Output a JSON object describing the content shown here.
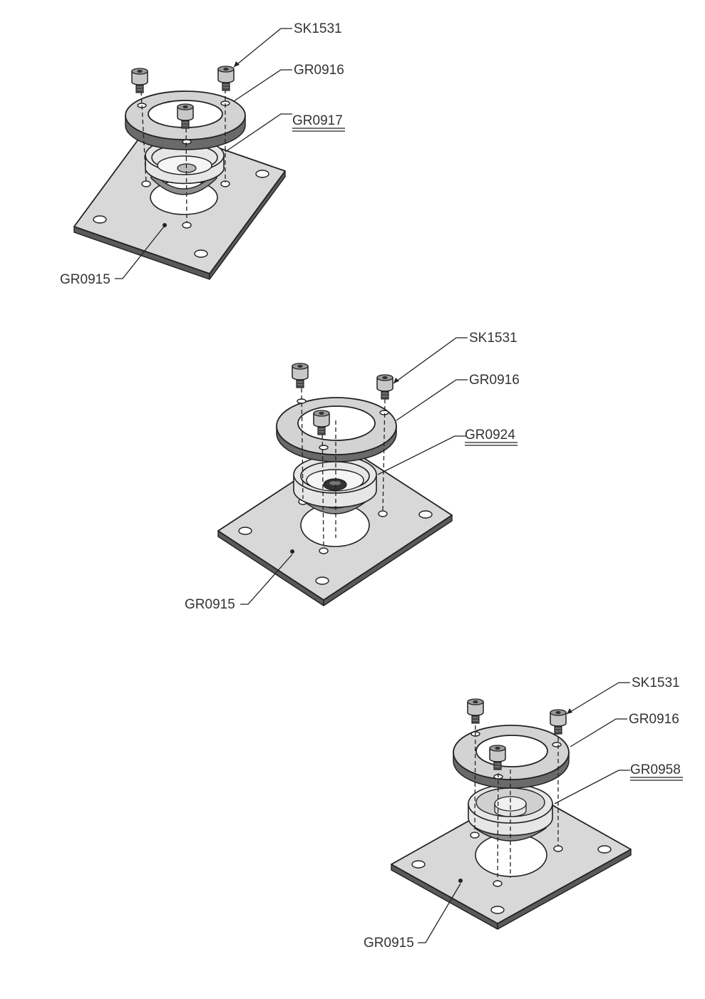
{
  "assemblies": [
    {
      "id": "top",
      "labels": {
        "screw": "SK1531",
        "flange_ring": "GR0916",
        "bushing": "GR0917",
        "base_plate": "GR0915"
      }
    },
    {
      "id": "middle",
      "labels": {
        "screw": "SK1531",
        "flange_ring": "GR0916",
        "bushing": "GR0924",
        "base_plate": "GR0915"
      }
    },
    {
      "id": "bottom",
      "labels": {
        "screw": "SK1531",
        "flange_ring": "GR0916",
        "bushing": "GR0958",
        "base_plate": "GR0915"
      }
    }
  ]
}
